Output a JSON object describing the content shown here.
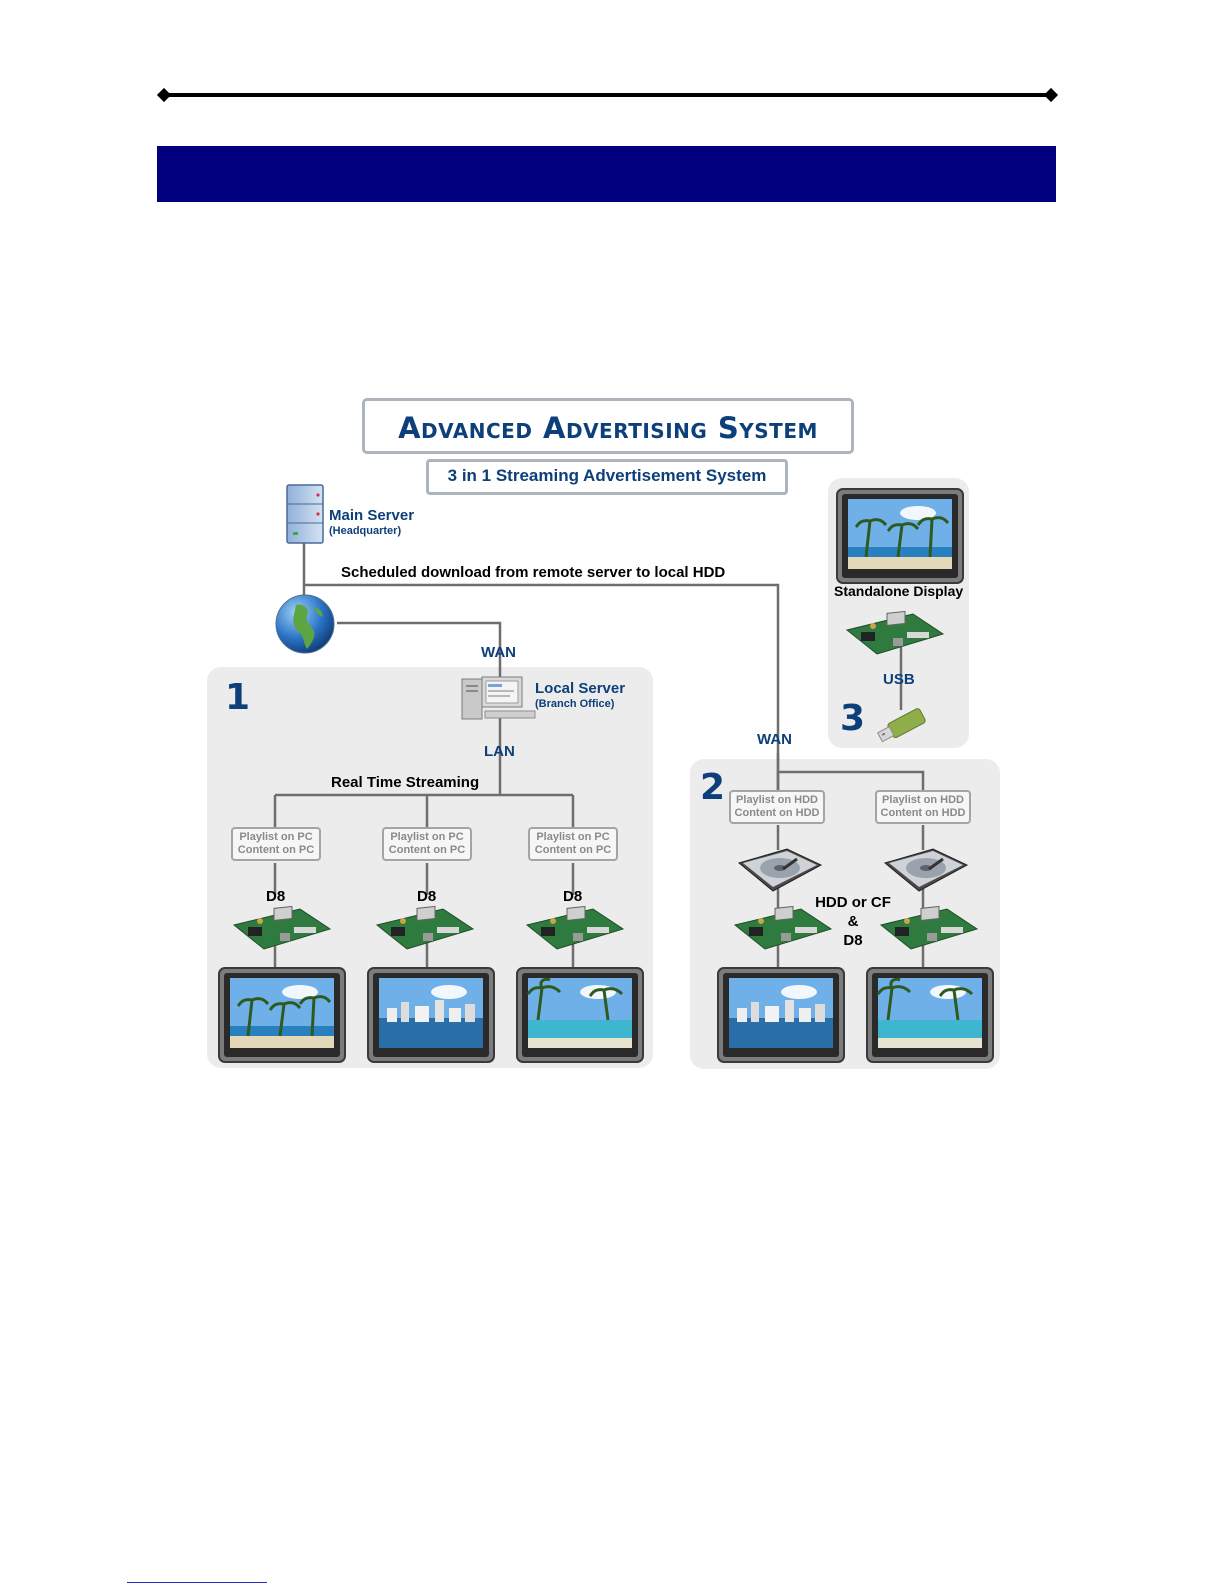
{
  "diagram": {
    "title": "Advanced Advertising System",
    "subtitle": "3 in 1 Streaming Advertisement System",
    "main_server": {
      "label": "Main Server",
      "sub": "(Headquarter)"
    },
    "scheduled_label": "Scheduled download from remote server to local HDD",
    "wan_label_1": "WAN",
    "wan_label_2": "WAN",
    "local_server": {
      "label": "Local Server",
      "sub": "(Branch Office)"
    },
    "lan_label": "LAN",
    "streaming_label": "Real Time Streaming",
    "panel_1": {
      "number": "1",
      "clients": [
        {
          "line1": "Playlist on PC",
          "line2": "Content on PC",
          "device": "D8"
        },
        {
          "line1": "Playlist on PC",
          "line2": "Content on PC",
          "device": "D8"
        },
        {
          "line1": "Playlist on PC",
          "line2": "Content on PC",
          "device": "D8"
        }
      ]
    },
    "panel_2": {
      "number": "2",
      "clients": [
        {
          "line1": "Playlist on HDD",
          "line2": "Content on HDD"
        },
        {
          "line1": "Playlist on HDD",
          "line2": "Content on HDD"
        }
      ],
      "storage_label_1": "HDD or CF",
      "storage_label_2": "&",
      "storage_label_3": "D8"
    },
    "panel_3": {
      "number": "3",
      "display_label": "Standalone Display",
      "usb_label": "USB"
    }
  },
  "colors": {
    "banner": "#02007e",
    "label_blue": "#0d3f7a",
    "panel_gray": "#ececec"
  }
}
